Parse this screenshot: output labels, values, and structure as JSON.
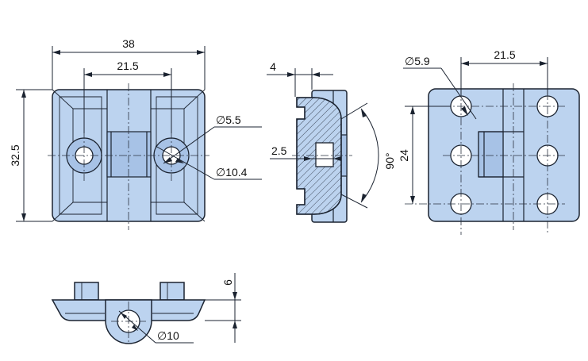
{
  "labels": {
    "width_overall": "38",
    "hole_spacing_front": "21.5",
    "height_overall": "32.5",
    "hole_dia_small": "5.5",
    "hole_dia_large": "10.4",
    "side_width": "4",
    "side_gap": "2.5",
    "open_angle": "90°",
    "bolt_hole_dia": "5.9",
    "hole_spacing_rear": "21.5",
    "hole_pitch_vertical": "24",
    "base_thickness": "6",
    "pin_dia": "10"
  },
  "symbols": {
    "diameter": "∅"
  },
  "colors": {
    "part_fill": "#bcd3ef",
    "part_fill_dark": "#a7c2e6",
    "line": "#1b2330",
    "background": "#ffffff"
  }
}
